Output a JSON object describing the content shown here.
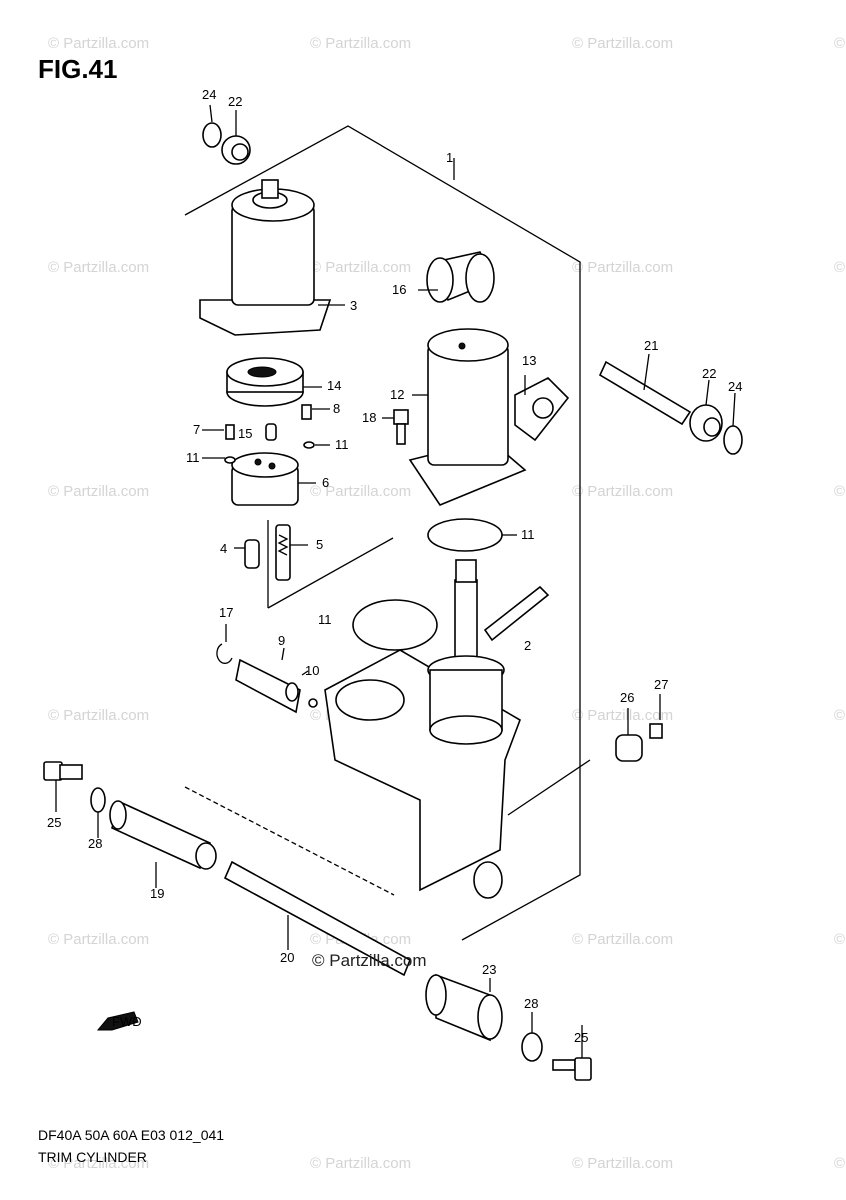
{
  "figure": {
    "title": "FIG.41",
    "footer_code": "DF40A 50A 60A E03 012_041",
    "footer_name": "TRIM CYLINDER",
    "watermark_text": "© Partzilla.com",
    "center_watermark": "© Partzilla.com",
    "fwd_label": "FWD"
  },
  "callouts": [
    "1",
    "2",
    "3",
    "4",
    "5",
    "6",
    "7",
    "8",
    "9",
    "10",
    "11",
    "11",
    "11",
    "11",
    "12",
    "13",
    "14",
    "15",
    "16",
    "17",
    "18",
    "19",
    "20",
    "21",
    "22",
    "22",
    "23",
    "24",
    "24",
    "25",
    "25",
    "26",
    "27",
    "28",
    "28"
  ]
}
